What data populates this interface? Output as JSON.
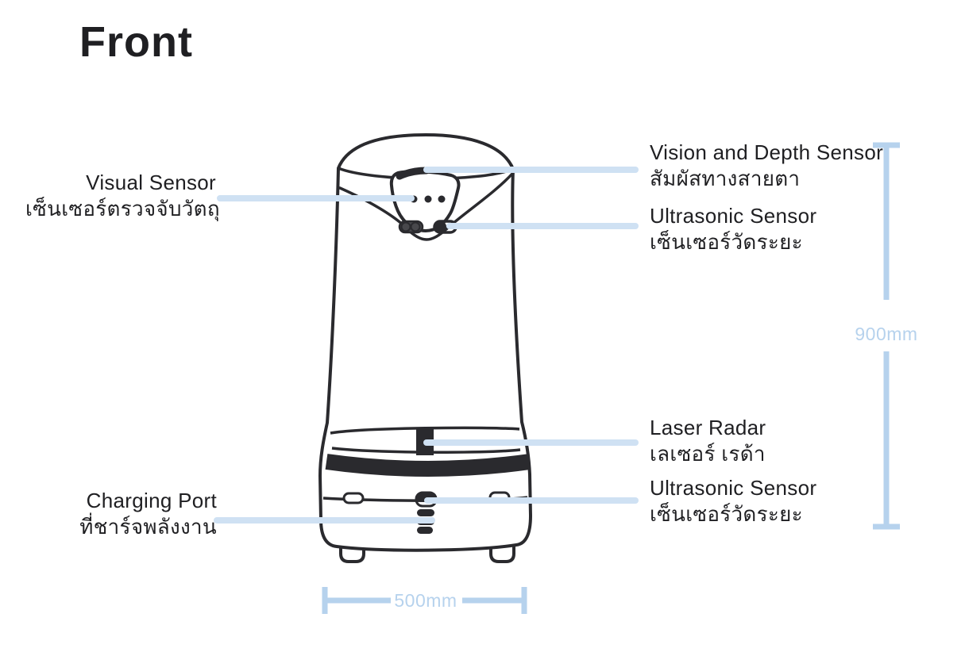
{
  "title": "Front",
  "colors": {
    "ink": "#1f1f22",
    "robot_line": "#2a2a2e",
    "leader_line": "#cfe1f3",
    "dimension": "#b6d2ed"
  },
  "labels": {
    "visual_sensor": {
      "en": "Visual Sensor",
      "th": "เซ็นเซอร์ตรวจจับวัตถุ"
    },
    "vision_depth_sensor": {
      "en": "Vision and Depth Sensor",
      "th": "สัมผัสทางสายตา"
    },
    "ultrasonic_sensor_top": {
      "en": "Ultrasonic Sensor",
      "th": "เซ็นเซอร์วัดระยะ"
    },
    "laser_radar": {
      "en": "Laser Radar",
      "th": "เลเซอร์ เรด้า"
    },
    "ultrasonic_sensor_bottom": {
      "en": "Ultrasonic Sensor",
      "th": "เซ็นเซอร์วัดระยะ"
    },
    "charging_port": {
      "en": "Charging Port",
      "th": "ที่ชาร์จพลังงาน"
    }
  },
  "dimensions": {
    "height": "900mm",
    "width": "500mm"
  }
}
